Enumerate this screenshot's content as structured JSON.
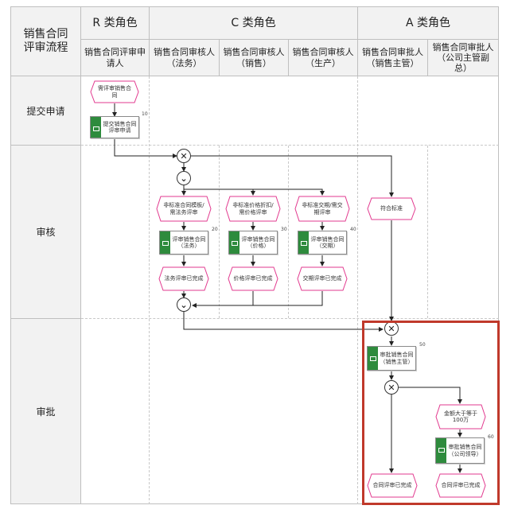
{
  "header": {
    "corner": "销售合同评审流程",
    "groups": {
      "r": "R 类角色",
      "c": "C 类角色",
      "a": "A 类角色"
    },
    "columns": [
      "销售合同评审申请人",
      "销售合同审核人（法务）",
      "销售合同审核人（销售）",
      "销售合同审核人（生产）",
      "销售合同审批人（销售主管）",
      "销售合同审批人（公司主管副总）"
    ]
  },
  "rows": [
    "提交申请",
    "审核",
    "审批"
  ],
  "events": {
    "e_need_review": "需评审销售合同",
    "e_legal_nonstd": "非标准合同模板/需法务评审",
    "e_price_nonstd": "非标准价格折扣/需价格评审",
    "e_delivery_nonstd": "非标准交期/需交期评审",
    "e_meets_std": "符合标准",
    "e_legal_done": "法务评审已完成",
    "e_price_done": "价格评审已完成",
    "e_delivery_done": "交期评审已完成",
    "e_amount_over": "金额大于等于 100万",
    "e_review_done_1": "合同评审已完成",
    "e_review_done_2": "合同评审已完成"
  },
  "functions": {
    "f_submit": {
      "label": "提交销售合同评审申请",
      "num": "10"
    },
    "f_legal": {
      "label": "评审销售合同（法务）",
      "num": "20"
    },
    "f_price": {
      "label": "评审销售合同（价格）",
      "num": "30"
    },
    "f_delivery": {
      "label": "评审销售合同（交期）",
      "num": "40"
    },
    "f_approve_sales": {
      "label": "审批销售合同（销售主管）",
      "num": "50"
    },
    "f_approve_vp": {
      "label": "审批销售合同（公司领导）",
      "num": "60"
    }
  },
  "gateways": {
    "xor": "✕",
    "and": "⌄"
  },
  "colors": {
    "event_border": "#e23a8f",
    "function_bar": "#2e8b3d",
    "highlight": "#c0392b"
  }
}
